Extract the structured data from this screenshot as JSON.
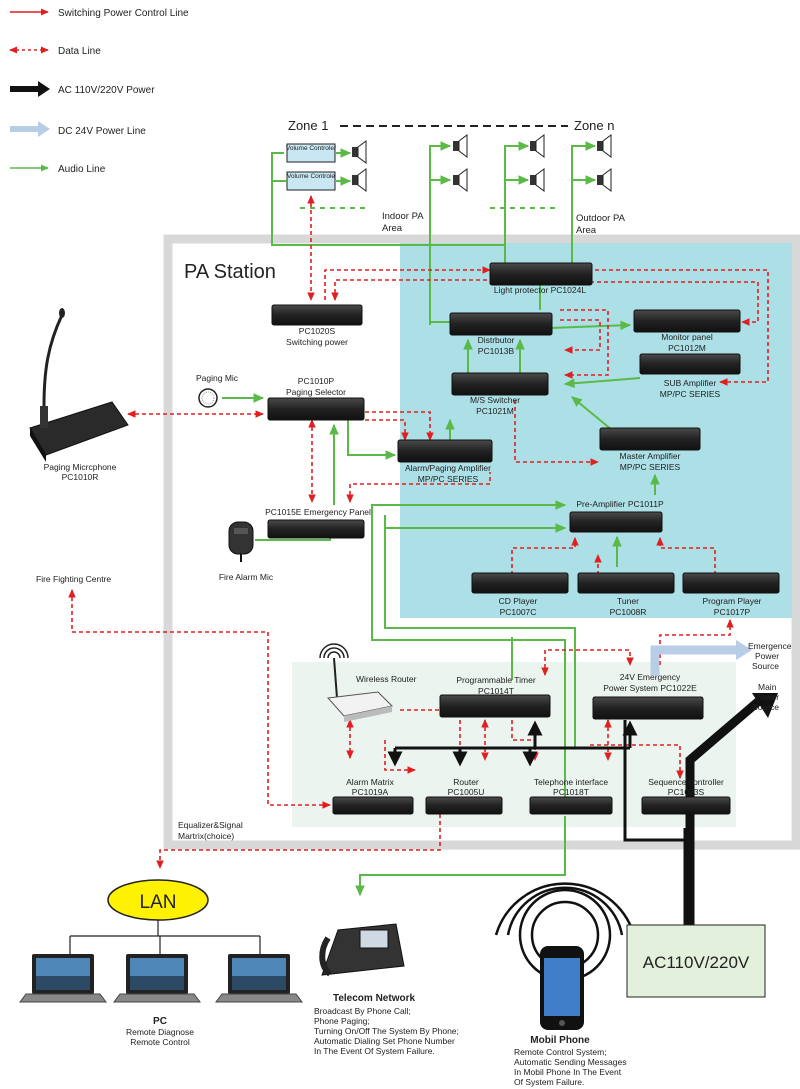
{
  "legend": {
    "switching": "Switching Power Control Line",
    "data": "Data Line",
    "ac": "AC 110V/220V Power",
    "dc": "DC 24V Power Line",
    "audio": "Audio Line"
  },
  "zones": {
    "zone1": "Zone 1",
    "zonen": "Zone n",
    "volume1": "Volume Controler",
    "volume2": "Volume Controle",
    "indoor": [
      "Indoor PA",
      "Area"
    ],
    "outdoor": [
      "Outdoor PA",
      "Area"
    ]
  },
  "station_title": "PA Station",
  "devices": {
    "light_protector": "Light protector PC1024L",
    "switching_power": [
      "PC1020S",
      "Switching power"
    ],
    "distributor": [
      "Distrbutor",
      "PC1013B"
    ],
    "monitor": [
      "Monitor panel",
      "PC1012M"
    ],
    "sub_amp": [
      "SUB Amplifier",
      "MP/PC SERIES"
    ],
    "ms_switcher": [
      "M/S Switcher",
      "PC1021M"
    ],
    "master_amp": [
      "Master Amplifier",
      "MP/PC SERIES"
    ],
    "paging_selector": [
      "PC1010P",
      "Paging Selector"
    ],
    "alarm_amp": [
      "Alarm/Paging Amplifier",
      "MP/PC SERIES"
    ],
    "pre_amp": "Pre-Amplifier  PC1011P",
    "emergency_panel": "PC1015E Emergency Panel",
    "cd": [
      "CD Player",
      "PC1007C"
    ],
    "tuner": [
      "Tuner",
      "PC1008R"
    ],
    "program": [
      "Program Player",
      "PC1017P"
    ],
    "paging_mic": "Paging Mic",
    "paging_mic_unit": [
      "Paging Micrcphone",
      "PC1010R"
    ],
    "fire_alarm_mic": "Fire Alarm Mic",
    "fire_centre": "Fire Fighting Centre",
    "wireless_router": "Wireless Router",
    "timer": [
      "Programmable Timer",
      "PC1014T"
    ],
    "emergency_power": [
      "24V Emergency",
      "Power System PC1022E"
    ],
    "emergence_source": [
      "Emergence",
      "Power",
      "Source"
    ],
    "main_source": [
      "Main",
      "Power",
      "Source"
    ],
    "alarm_matrix": [
      "Alarm Matrix",
      "PC1019A"
    ],
    "router": [
      "Router",
      "PC1005U"
    ],
    "telephone": [
      "Telephone interface",
      "PC1018T"
    ],
    "sequence": [
      "Sequence controller",
      "PC1023S"
    ],
    "equalizer": [
      "Equalizer&Signal",
      "Martrix(choice)"
    ]
  },
  "bottom": {
    "lan": "LAN",
    "pc_title": "PC",
    "pc_desc": [
      "Remote Diagnose",
      "Remote Control"
    ],
    "telecom_title": "Telecom Network",
    "telecom_desc": [
      "Broadcast By Phone Call;",
      "Phone Paging;",
      "Turning On/Off The System By Phone;",
      "Automatic Dialing Set Phone Number",
      "In The Event Of System Failure."
    ],
    "mobile_title": "Mobil Phone",
    "mobile_desc": [
      "Remote Control System;",
      "Automatic Sending Messages",
      "In Mobil Phone In The Event",
      "Of System Failure."
    ],
    "ac_box": "AC110V/220V"
  },
  "colors": {
    "red": "#e02020",
    "green": "#5ab947",
    "black": "#111111",
    "dc": "#b8cde6",
    "cyan": "#acdfe6",
    "grey_border": "#d8d8d8",
    "lan_fill": "#fff200",
    "ac_fill": "#e3f0dc"
  }
}
